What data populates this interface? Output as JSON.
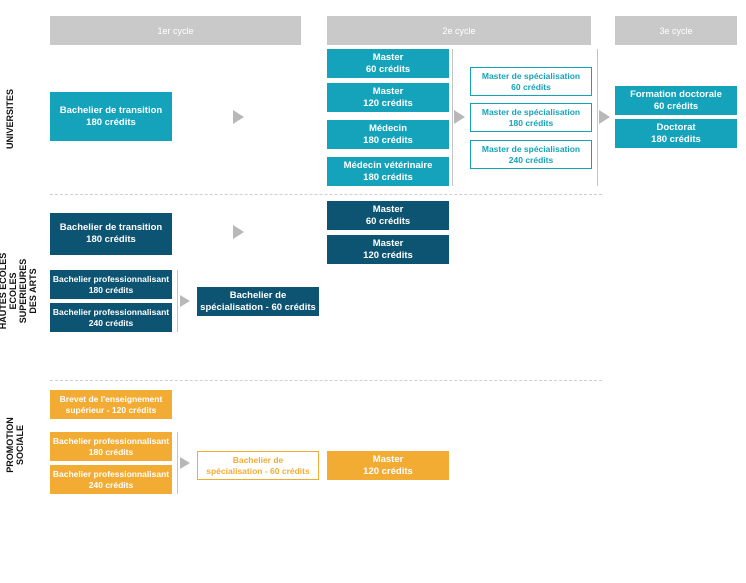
{
  "headers": {
    "cycle1": "1er cycle",
    "cycle2": "2e cycle",
    "cycle3": "3e cycle"
  },
  "row_labels": {
    "universites": "UNIVERSITES",
    "hautes_ecoles": "HAUTES ECOLES\nECOLES SUPERIEURES\nDES ARTS",
    "promotion_sociale": "PROMOTION\nSOCIALE"
  },
  "universites": {
    "bachelier": "Bachelier de transition\n180 crédits",
    "master60": "Master\n60 crédits",
    "master120": "Master\n120 crédits",
    "medecin": "Médecin\n180 crédits",
    "veterinaire": "Médecin vétérinaire\n180 crédits",
    "spec60": "Master de spécialisation\n60 crédits",
    "spec180": "Master de spécialisation\n180 crédits",
    "spec240": "Master de spécialisation\n240 crédits",
    "formation_doctorale": "Formation doctorale\n60 crédits",
    "doctorat": "Doctorat\n180 crédits"
  },
  "hautes_ecoles": {
    "bachelier": "Bachelier de transition\n180 crédits",
    "master60": "Master\n60 crédits",
    "master120": "Master\n120 crédits",
    "pro180": "Bachelier professionnalisant\n180 crédits",
    "pro240": "Bachelier professionnalisant\n240 crédits",
    "spec60": "Bachelier de\nspécialisation - 60 crédits"
  },
  "promotion_sociale": {
    "brevet": "Brevet de l'enseignement\nsupérieur - 120 crédits",
    "pro180": "Bachelier professionnalisant\n180 crédits",
    "pro240": "Bachelier professionnalisant\n240 crédits",
    "spec60": "Bachelier de\nspécialisation - 60 crédits",
    "master120": "Master\n120 crédits"
  },
  "colors": {
    "universites": "#14a3bb",
    "hautes_ecoles": "#0d5473",
    "promotion_sociale": "#f3ac33",
    "header": "#c9c9c9"
  }
}
